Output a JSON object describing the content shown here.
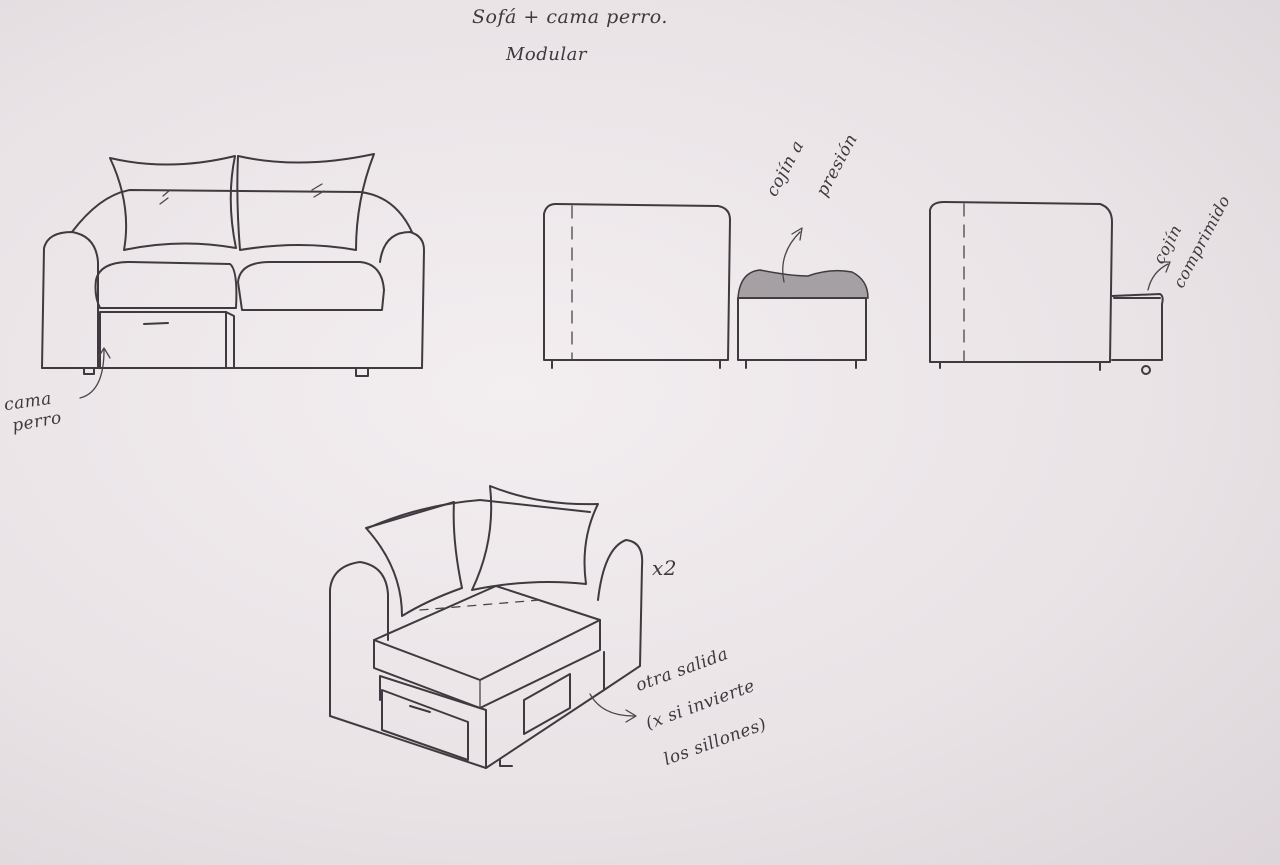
{
  "title": "Sofá + cama perro.",
  "subtitle": "Modular",
  "annotations": {
    "dog_bed": [
      "cama",
      "perro"
    ],
    "snap_cushion": [
      "cojín a",
      "presión"
    ],
    "compressed_cushion": [
      "cojín",
      "comprimido"
    ],
    "quantity": "x2",
    "other_exit": [
      "otra salida",
      "(x si invierte",
      "los sillones)"
    ]
  },
  "colors": {
    "paper": "#ece6e8",
    "pencil": "#3f3a3f"
  }
}
